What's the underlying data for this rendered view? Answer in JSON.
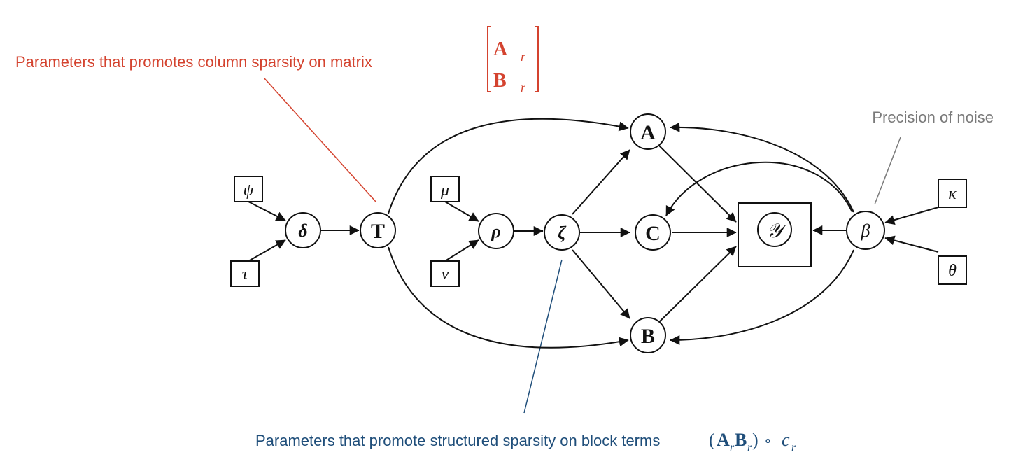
{
  "colors": {
    "red_annotation": "#d4432f",
    "blue_annotation": "#1f4e7a",
    "gray_annotation": "#7a7a7a",
    "graph": "#111111"
  },
  "annotations": {
    "top_red": {
      "text": "Parameters that promotes column sparsity on matrix",
      "matrix_top_letter": "A",
      "matrix_bottom_letter": "B",
      "subscript": "r"
    },
    "right_gray": {
      "text": "Precision of noise"
    },
    "bottom_blue": {
      "text": "Parameters that promote structured sparsity on block terms",
      "math_open": "(",
      "math_A": "A",
      "math_B": "B",
      "math_sub": "r",
      "math_close": ")",
      "math_op": "∘",
      "math_c": "c"
    }
  },
  "nodes": {
    "psi": "ψ",
    "tau": "τ",
    "delta": "δ",
    "T": "T",
    "mu": "μ",
    "nu": "ν",
    "rho": "ρ",
    "zeta": "ζ",
    "A": "A",
    "C": "C",
    "B": "B",
    "Y": "𝒴",
    "beta": "β",
    "kappa": "κ",
    "theta": "θ"
  }
}
